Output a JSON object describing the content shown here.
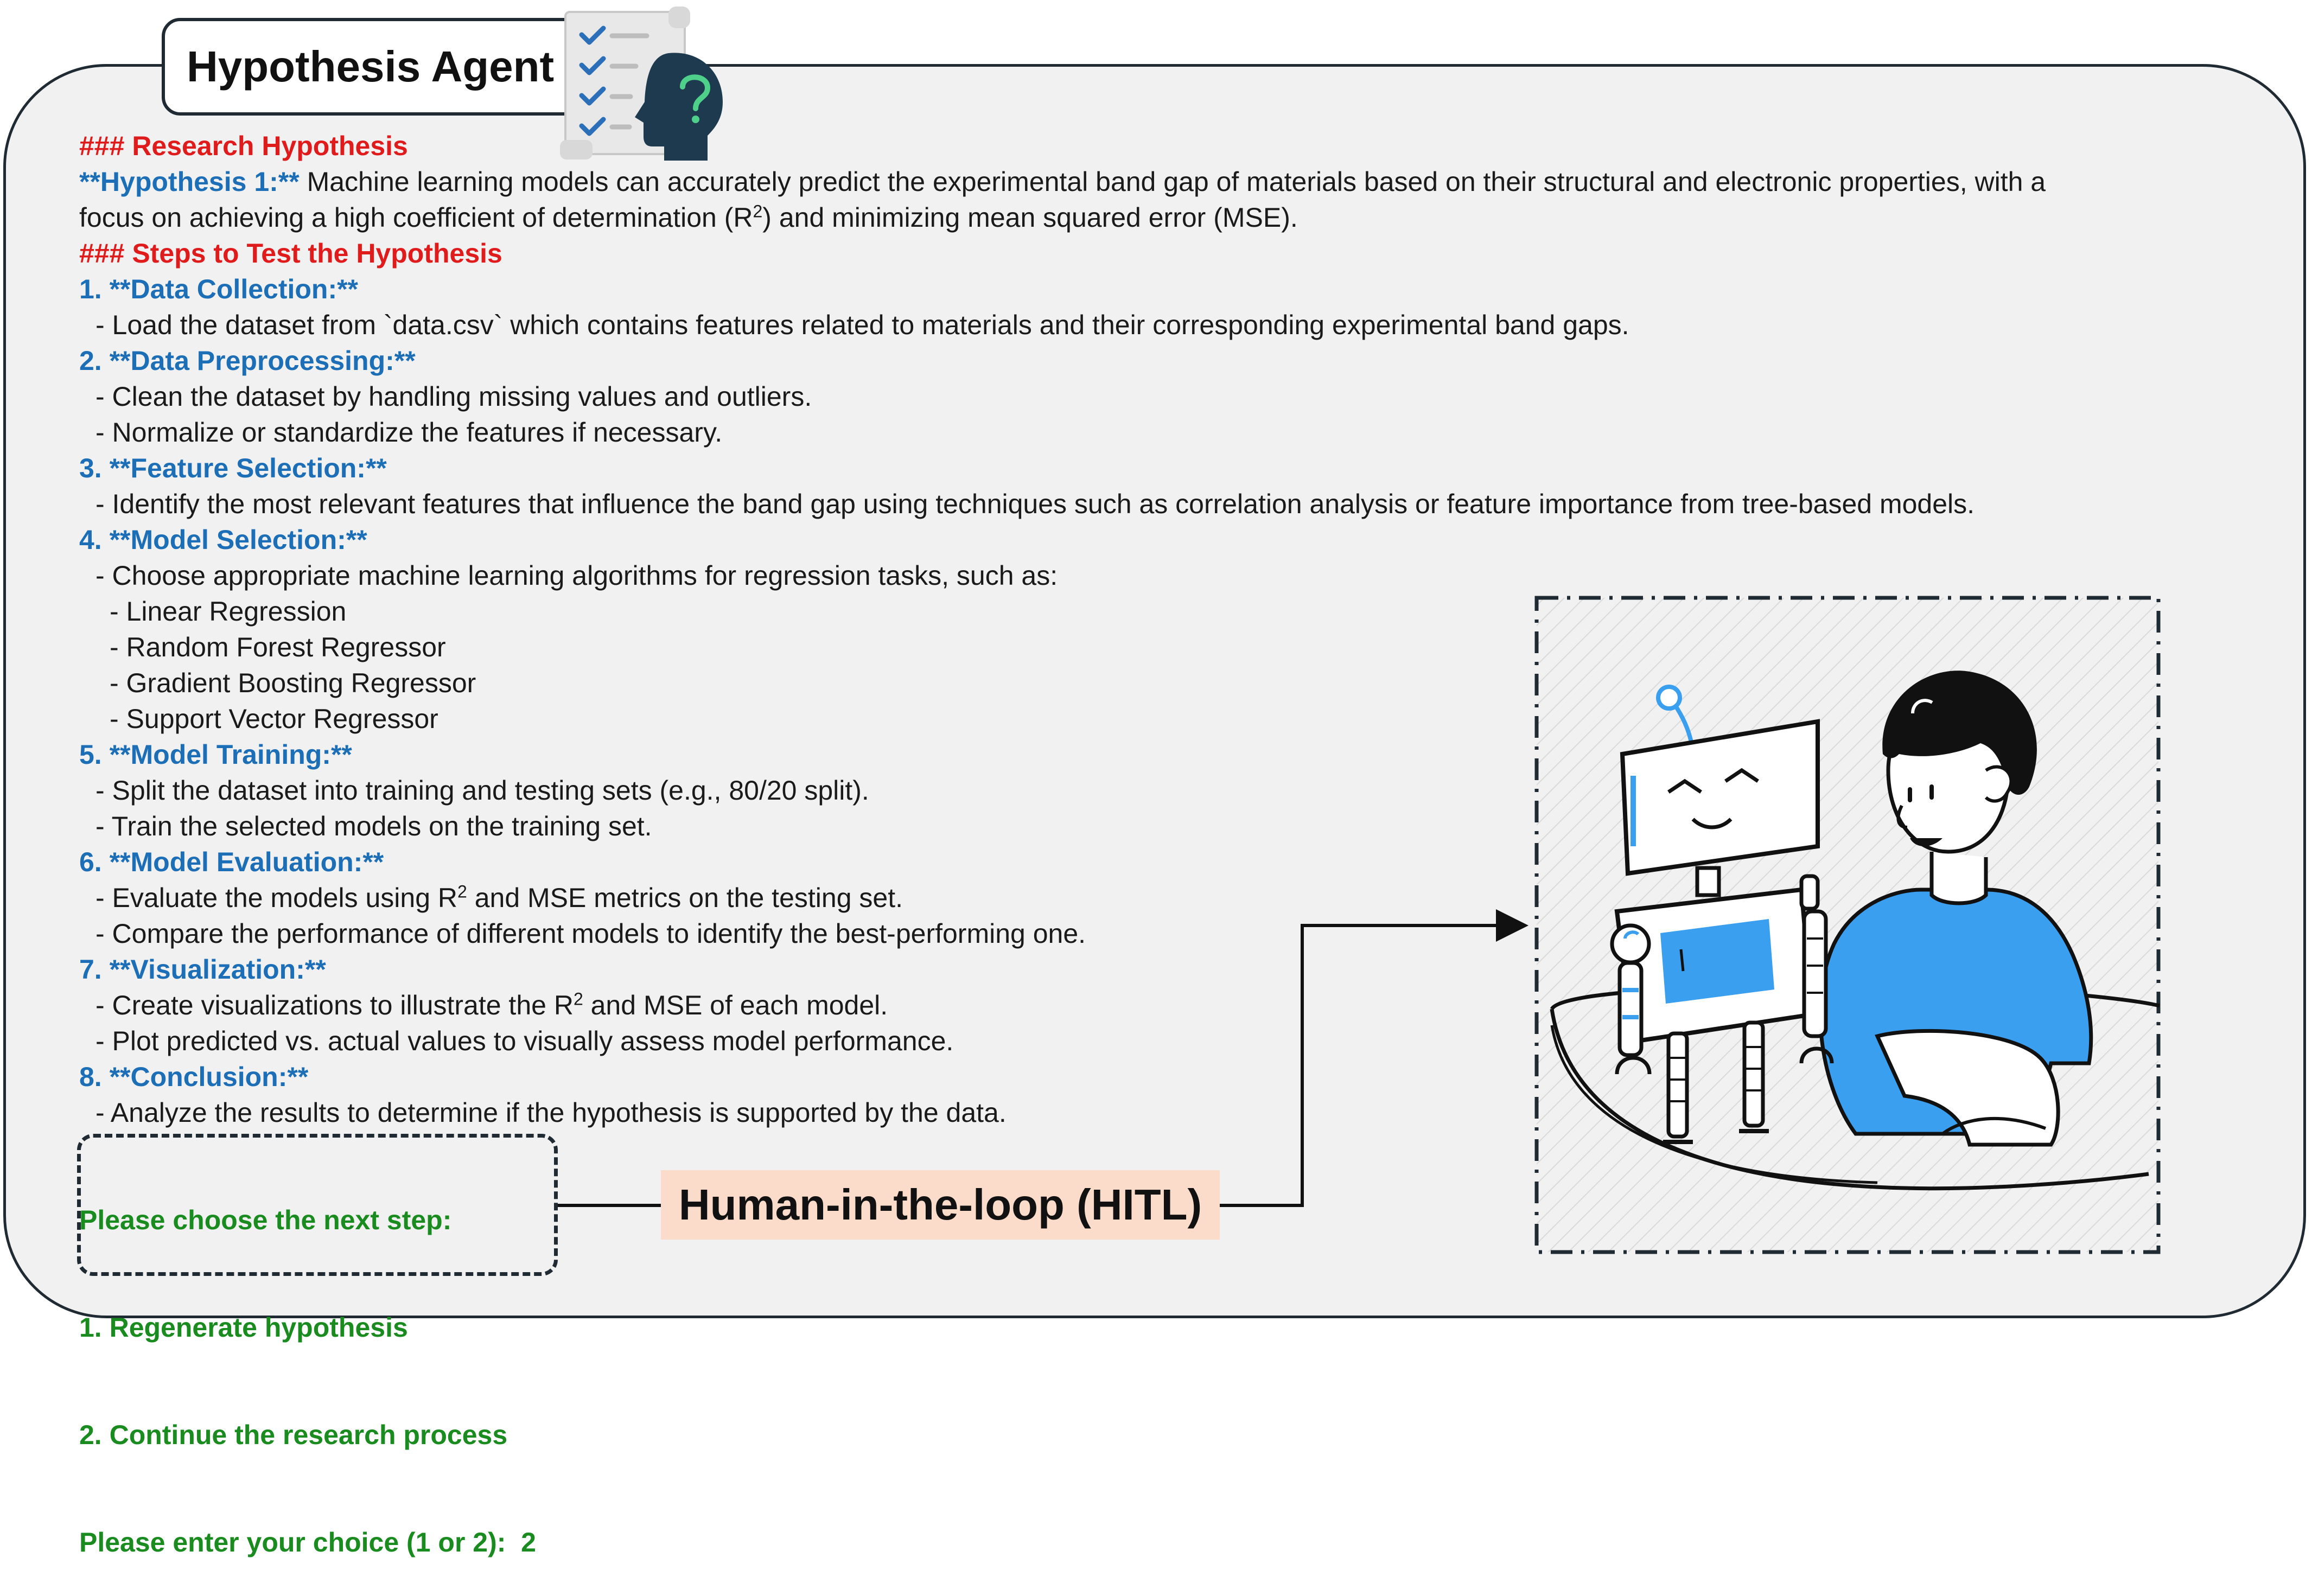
{
  "agent": {
    "title": "Hypothesis Agent",
    "icon": "checklist-question-head-icon"
  },
  "hypothesis_heading": "### Research Hypothesis",
  "hypothesis": {
    "label": "**Hypothesis 1:**",
    "text_line1": " Machine learning models can accurately predict the experimental band gap of materials based on their structural and electronic properties, with a",
    "text_line2a": "focus on achieving a high coefficient of determination (R",
    "text_line2_sup": "2",
    "text_line2b": ") and minimizing mean squared error (MSE)."
  },
  "steps_heading": "### Steps to Test the Hypothesis",
  "steps": {
    "s1": {
      "title": "1. **Data Collection:**",
      "items": [
        "- Load the dataset from `data.csv` which contains features related to materials and their corresponding experimental band gaps."
      ]
    },
    "s2": {
      "title": "2. **Data Preprocessing:**",
      "items": [
        "- Clean the dataset by handling missing values and outliers.",
        "- Normalize or standardize the features if necessary."
      ]
    },
    "s3": {
      "title": "3. **Feature Selection:**",
      "items": [
        "- Identify the most relevant features that influence the band gap using techniques such as correlation analysis or feature importance from tree-based models."
      ]
    },
    "s4": {
      "title": "4. **Model Selection:**",
      "items": [
        "- Choose appropriate machine learning algorithms for regression tasks, such as:"
      ],
      "models": [
        "- Linear Regression",
        "- Random Forest Regressor",
        "- Gradient Boosting Regressor",
        "- Support Vector Regressor"
      ]
    },
    "s5": {
      "title": "5. **Model Training:**",
      "items": [
        "- Split the dataset into training and testing sets (e.g., 80/20 split).",
        "- Train the selected models on the training set."
      ]
    },
    "s6": {
      "title": "6. **Model Evaluation:**",
      "item1a": "- Evaluate the models using R",
      "item1_sup": "2",
      "item1b": " and MSE metrics on the testing set.",
      "item2": "- Compare the performance of different models to identify the best-performing one."
    },
    "s7": {
      "title": "7. **Visualization:**",
      "item1a": "- Create visualizations to illustrate the R",
      "item1_sup": "2",
      "item1b": " and MSE of each model.",
      "item2": "- Plot predicted vs. actual values to visually assess model performance."
    },
    "s8": {
      "title": "8. **Conclusion:**",
      "items": [
        "- Analyze the results to determine if the hypothesis is supported by the data."
      ]
    }
  },
  "choice": {
    "prompt": "Please choose the next step:",
    "option1": "1. Regenerate hypothesis",
    "option2": "2. Continue the research process",
    "input_prompt": "Please enter your choice (1 or 2):  2"
  },
  "hitl": {
    "label": "Human-in-the-loop (HITL)"
  },
  "illustration": {
    "icon": "robot-and-human-illustration"
  },
  "colors": {
    "heading_red": "#e01b1b",
    "step_blue": "#1c6fb6",
    "choice_green": "#1a8c1f",
    "hitl_bg": "#fbdcca",
    "panel_bg": "#f1f1f1",
    "robot_blue": "#3b9ff0"
  }
}
